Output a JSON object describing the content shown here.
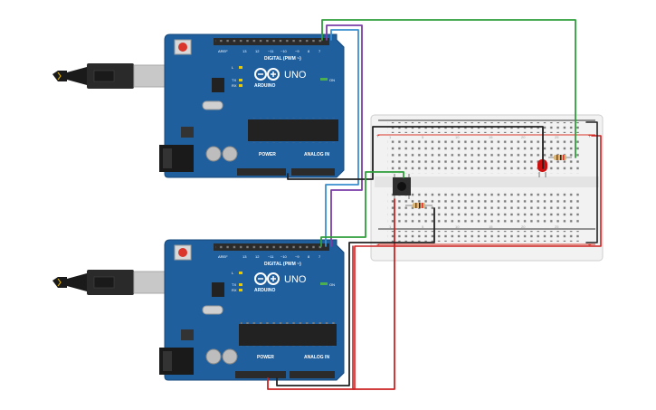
{
  "canvas": {
    "background": "#ffffff"
  },
  "colors": {
    "board": "#1f5f9e",
    "board_dark": "#174a7c",
    "board_text": "#ffffff",
    "header": "#2b2b2b",
    "chip": "#222222",
    "usb_metal": "#c8c8c8",
    "breadboard": "#eeeeee",
    "rail_red": "#d9352a",
    "rail_black": "#333333",
    "wire_green": "#2e9e3a",
    "wire_purple": "#7b3fa6",
    "wire_blue": "#3a8fd0",
    "wire_black": "#222222",
    "wire_red": "#cc2222",
    "led": "#cc1111",
    "resistor": "#d9b77a",
    "button": "#333333"
  },
  "boards": [
    {
      "name": "Arduino Uno (top)",
      "model": "UNO",
      "brand": "ARDUINO",
      "digital_label": "DIGITAL (PWM ~)",
      "power_label": "POWER",
      "analog_label": "ANALOG IN",
      "on_label": "ON",
      "tx_label": "TX",
      "rx_label": "RX",
      "l_label": "L"
    },
    {
      "name": "Arduino Uno (bottom)",
      "model": "UNO",
      "brand": "ARDUINO",
      "digital_label": "DIGITAL (PWM ~)",
      "power_label": "POWER",
      "analog_label": "ANALOG IN",
      "on_label": "ON",
      "tx_label": "TX",
      "rx_label": "RX",
      "l_label": "L"
    }
  ],
  "components": {
    "led": {
      "icon": "led-icon"
    },
    "resistor_led": {
      "icon": "resistor-icon"
    },
    "pushbutton": {
      "icon": "pushbutton-icon"
    },
    "resistor_button": {
      "icon": "resistor-icon"
    }
  },
  "icons": [
    "usb-cable-icon",
    "reset-button-icon",
    "arduino-logo-icon",
    "power-jack-icon",
    "led-icon",
    "resistor-icon",
    "pushbutton-icon"
  ]
}
